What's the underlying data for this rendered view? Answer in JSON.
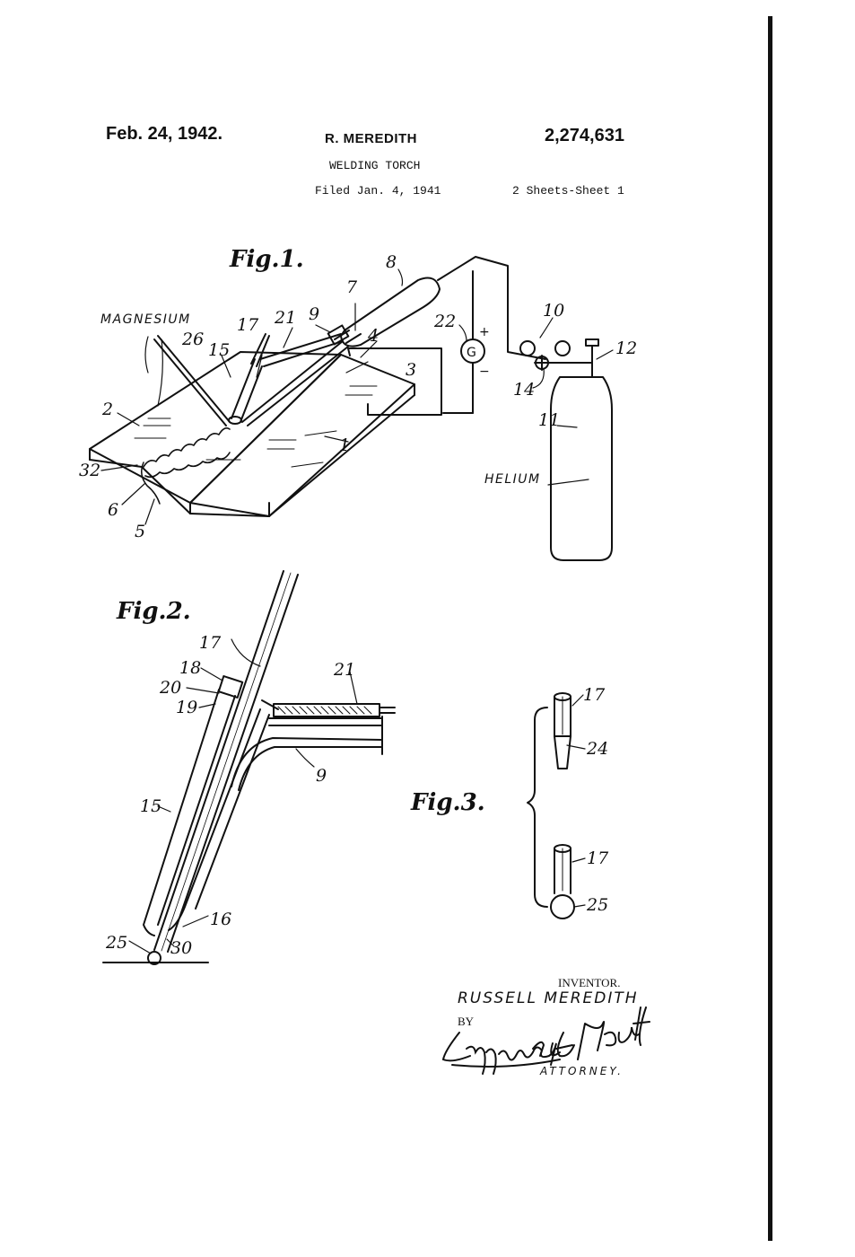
{
  "header": {
    "date": "Feb. 24, 1942.",
    "inventor_name": "R. MEREDITH",
    "patent_number": "2,274,631",
    "title": "WELDING TORCH",
    "filed": "Filed Jan. 4, 1941",
    "sheet": "2 Sheets-Sheet 1"
  },
  "figures": {
    "fig1": {
      "label": "Fig.1.",
      "captions": {
        "magnesium": "MAGNESIUM",
        "helium": "HELIUM"
      },
      "gauge_symbol": "G",
      "plus": "+",
      "minus": "−",
      "refs": [
        "8",
        "7",
        "9",
        "21",
        "17",
        "26",
        "15",
        "22",
        "10",
        "12",
        "4",
        "3",
        "2",
        "1",
        "14",
        "11",
        "32",
        "6",
        "5"
      ]
    },
    "fig2": {
      "label": "Fig.2.",
      "refs": [
        "17",
        "18",
        "20",
        "19",
        "21",
        "9",
        "15",
        "16",
        "25",
        "30"
      ]
    },
    "fig3": {
      "label": "Fig.3.",
      "refs": [
        "17",
        "24",
        "17",
        "25"
      ]
    }
  },
  "signature_block": {
    "inventor_label": "INVENTOR.",
    "inventor": "RUSSELL MEREDITH",
    "by": "BY",
    "attorney_signature": "Lippincott & Metcalf",
    "attorney_label": "ATTORNEY."
  }
}
